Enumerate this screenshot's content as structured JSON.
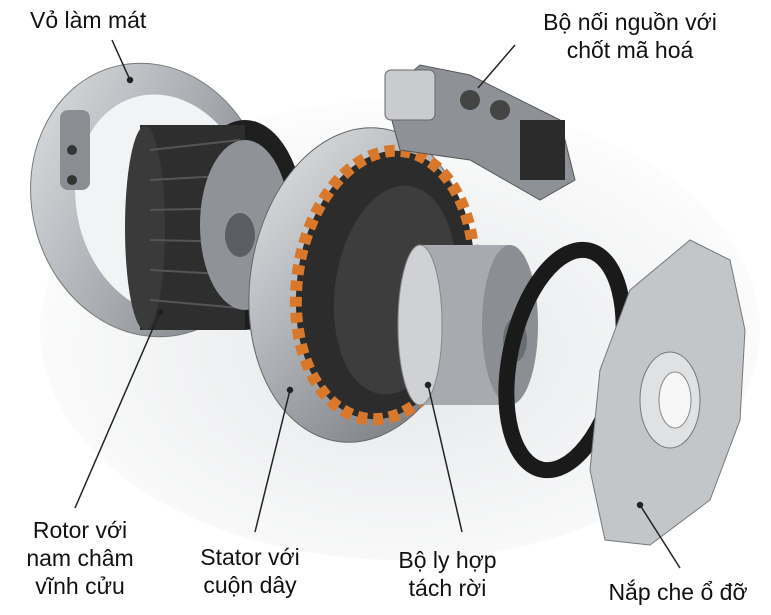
{
  "labels": {
    "cooling_housing": "Vỏ làm mát",
    "connector_line1": "Bộ nối nguồn với",
    "connector_line2": "chốt mã hoá",
    "rotor_line1": "Rotor với",
    "rotor_line2": "nam châm",
    "rotor_line3": "vĩnh cửu",
    "stator_line1": "Stator với",
    "stator_line2": "cuộn dây",
    "clutch_line1": "Bộ ly hợp",
    "clutch_line2": "tách rời",
    "cover_line1": "Nắp che ổ đỡ"
  },
  "colors": {
    "metal": "#b9bcc0",
    "dark": "#2a2a2a",
    "coil": "#d9782a"
  }
}
